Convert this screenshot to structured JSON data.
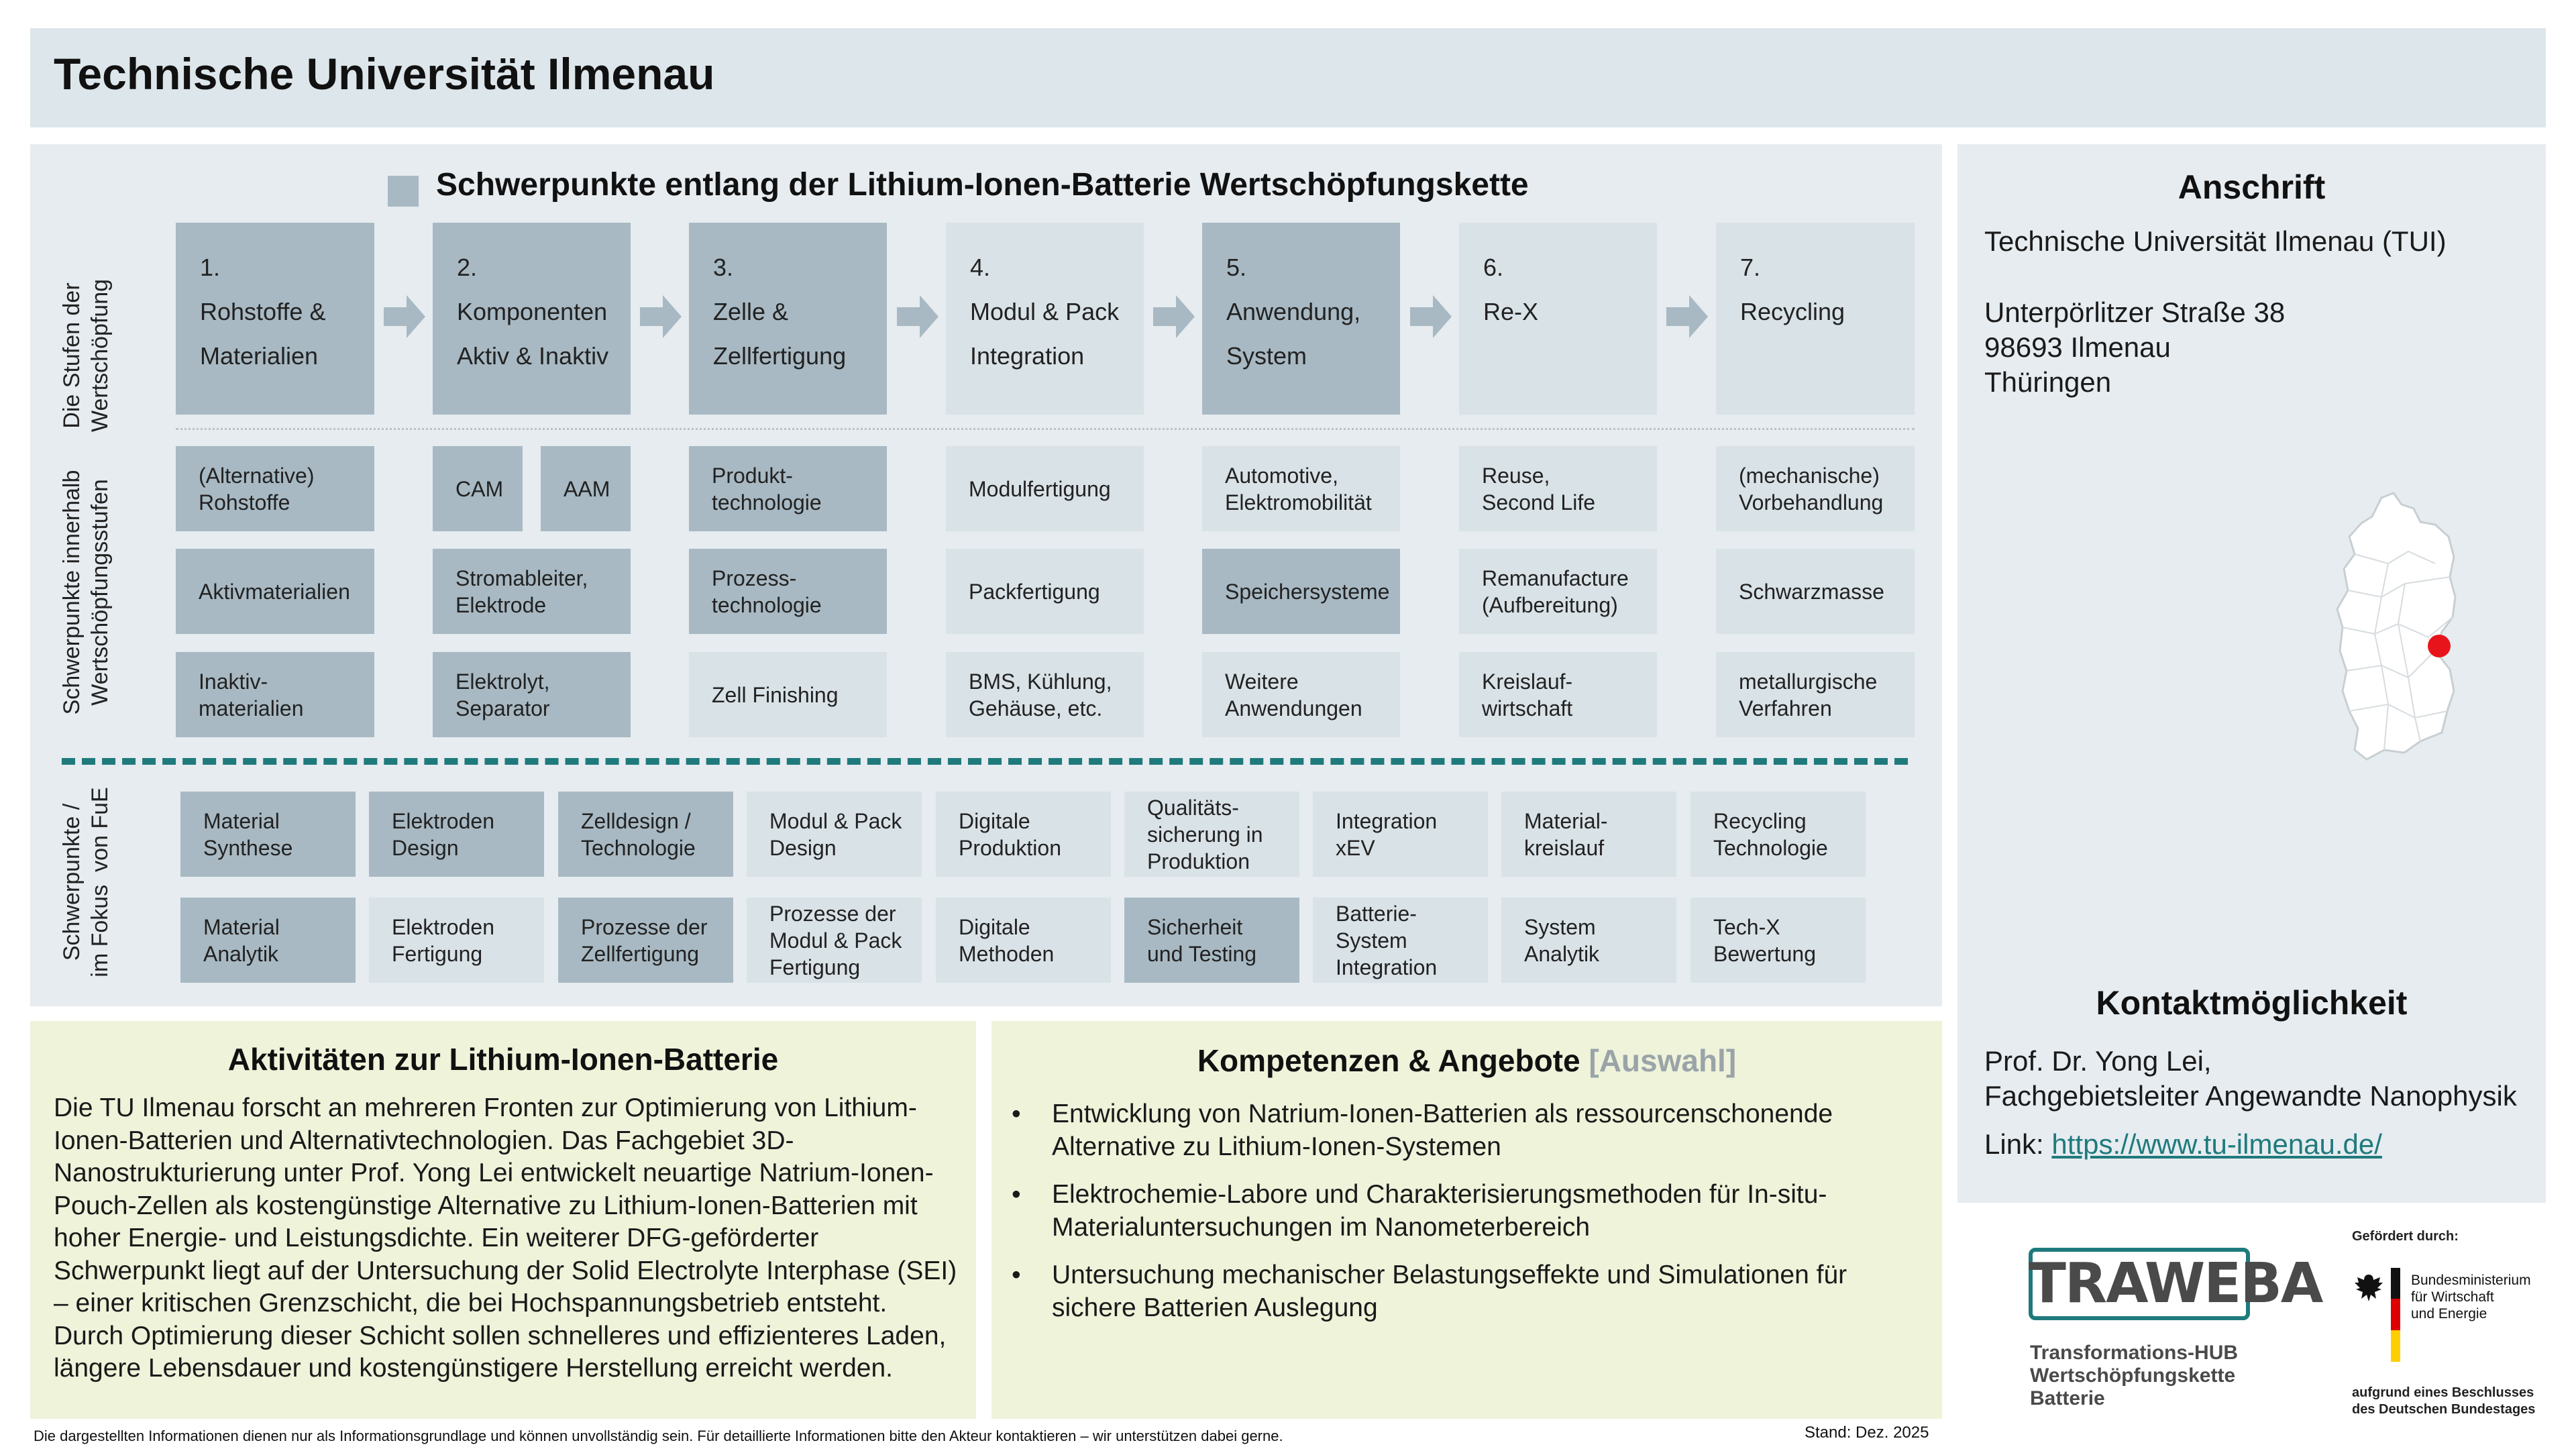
{
  "header": {
    "title": "Technische Universität Ilmenau"
  },
  "main": {
    "heading": "Schwerpunkte entlang der Lithium-Ionen-Batterie Wertschöpfungskette",
    "side_labels": {
      "stufen": "Die Stufen der\nWertschöpfung",
      "schwerpunkte": "Schwerpunkte innerhalb\nWertschöpfungsstufen",
      "fokus": "Schwerpunkte /\nim Fokus  von FuE"
    },
    "stages": [
      {
        "label": "1.\nRohstoffe &\nMaterialien"
      },
      {
        "label": "2.\nKomponenten\nAktiv & Inaktiv"
      },
      {
        "label": "3.\nZelle &\nZellfertigung"
      },
      {
        "label": "4.\nModul & Pack\nIntegration"
      },
      {
        "label": "5.\nAnwendung,\nSystem"
      },
      {
        "label": "6.\nRe-X"
      },
      {
        "label": "7.\nRecycling"
      }
    ],
    "focus_rows": [
      [
        "(Alternative)\nRohstoffe",
        "CAM",
        "AAM",
        "Produkt-\ntechnologie",
        "Modulfertigung",
        "Automotive,\nElektromobilität",
        "Reuse,\nSecond Life",
        "(mechanische)\nVorbehandlung"
      ],
      [
        "Aktivmaterialien",
        "Stromableiter,\nElektrode",
        "Prozess-\ntechnologie",
        "Packfertigung",
        "Speichersysteme",
        "Remanufacture\n(Aufbereitung)",
        "Schwarzmasse"
      ],
      [
        "Inaktiv-\nmaterialien",
        "Elektrolyt,\nSeparator",
        "Zell Finishing",
        "BMS, Kühlung,\nGehäuse, etc.",
        "Weitere\nAnwendungen",
        "Kreislauf-\nwirtschaft",
        "metallurgische\nVerfahren"
      ]
    ],
    "rd_rows": [
      [
        "Material\nSynthese",
        "Elektroden\nDesign",
        "Zelldesign /\nTechnologie",
        "Modul & Pack\nDesign",
        "Digitale\nProduktion",
        "Qualitäts-\nsicherung in\nProduktion",
        "Integration\nxEV",
        "Material-\nkreislauf",
        "Recycling\nTechnologie"
      ],
      [
        "Material\nAnalytik",
        "Elektroden\nFertigung",
        "Prozesse der\nZellfertigung",
        "Prozesse der\nModul & Pack\nFertigung",
        "Digitale\nMethoden",
        "Sicherheit\nund Testing",
        "Batterie-\nSystem\nIntegration",
        "System\nAnalytik",
        "Tech-X\nBewertung"
      ]
    ]
  },
  "address": {
    "title": "Anschrift",
    "name": "Technische Universität Ilmenau (TUI)",
    "street": "Unterpörlitzer Straße 38\n98693 Ilmenau\nThüringen"
  },
  "contact": {
    "title": "Kontaktmöglichkeit",
    "person": "Prof. Dr. Yong Lei,\nFachgebietsleiter Angewandte Nanophysik",
    "link_label": "Link: ",
    "link_url": "https://www.tu-ilmenau.de/"
  },
  "activities": {
    "title": "Aktivitäten zur Lithium-Ionen-Batterie",
    "text": "Die TU Ilmenau forscht an mehreren Fronten zur Optimierung von Lithium-Ionen-Batterien und Alternativtechnologien. Das Fachgebiet 3D-Nanostrukturierung unter Prof. Yong Lei entwickelt neuartige Natrium-Ionen-Pouch-Zellen als kostengünstige Alternative zu Lithium-Ionen-Batterien mit hoher Energie- und Leistungsdichte. Ein weiterer DFG-geförderter Schwerpunkt liegt auf der Untersuchung der Solid Electrolyte Interphase (SEI) – einer kritischen Grenzschicht, die bei Hochspannungsbetrieb entsteht. Durch Optimierung dieser Schicht sollen schnelleres und effizienteres Laden, längere Lebensdauer und kostengünstigere Herstellung erreicht werden."
  },
  "competences": {
    "title": "Kompetenzen & Angebote",
    "title_suffix": "[Auswahl]",
    "bullets": [
      "Entwicklung von Natrium-Ionen-Batterien als ressourcenschonende Alternative zu Lithium-Ionen-Systemen",
      "Elektrochemie-Labore und Charakterisierungsmethoden für In-situ-Materialuntersuchungen im Nanometerbereich",
      "Untersuchung mechanischer Belastungseffekte und Simulationen für sichere Batterien Auslegung"
    ]
  },
  "footer": {
    "note": "Die dargestellten Informationen dienen nur als Informationsgrundlage und können unvollständig sein. Für detaillierte Informationen bitte den Akteur kontaktieren – wir unterstützen dabei gerne.",
    "date": "Stand: Dez. 2025"
  },
  "logos": {
    "traweba": "TRAWEBA",
    "traweba_sub": "Transformations-HUB\nWertschöpfungskette\nBatterie",
    "funded_by": "Gefördert durch:",
    "ministry": "Bundesministerium\nfür Wirtschaft\nund Energie",
    "resolution": "aufgrund eines Beschlusses\ndes Deutschen Bundestages"
  },
  "colors": {
    "accent": "#1f7a7c",
    "dark_box": "#a8b9c3",
    "light_box": "#d9e2e7",
    "panel": "#e6ecf0",
    "bottom_panel": "#eef3da",
    "map_marker": "#e8141c"
  }
}
